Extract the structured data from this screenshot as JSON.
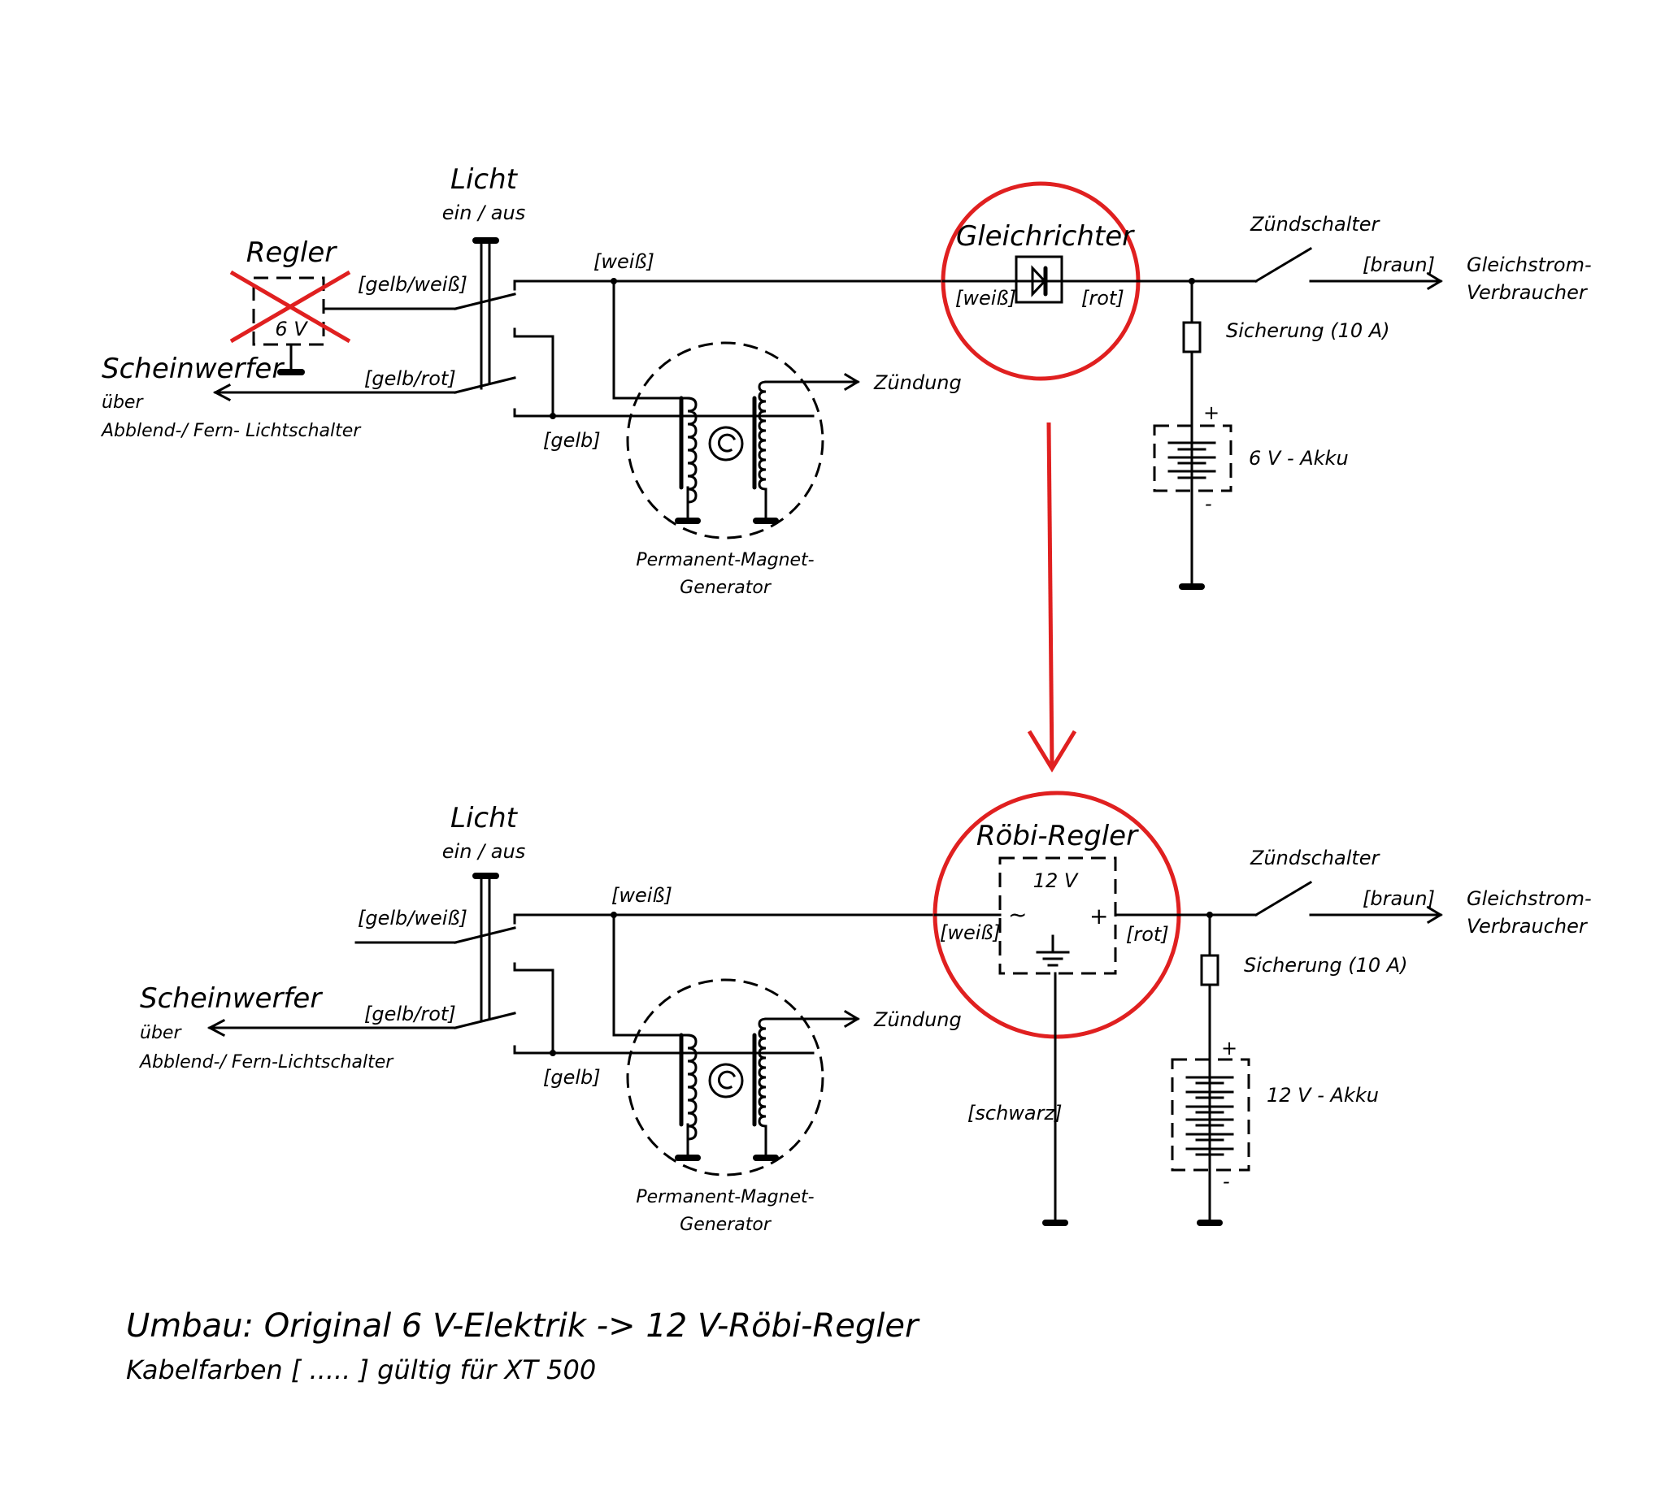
{
  "colors": {
    "wire": "#000000",
    "highlight": "#e02020",
    "background": "#ffffff"
  },
  "top": {
    "light_switch": {
      "title": "Licht",
      "subtitle": "ein / aus"
    },
    "regulator": {
      "title": "Regler",
      "voltage": "6 V",
      "status": "crossed-out (removed)"
    },
    "wire_gelb_weiss": "[gelb/weiß]",
    "wire_gelb_rot": "[gelb/rot]",
    "wire_weiss_top": "[weiß]",
    "wire_gelb": "[gelb]",
    "headlight": {
      "title": "Scheinwerfer",
      "line2": "über",
      "line3": "Abblend-/ Fern- Lichtschalter"
    },
    "ignition_out": "Zündung",
    "generator": {
      "line1": "Permanent-Magnet-",
      "line2": "Generator"
    },
    "rectifier": {
      "title": "Gleichrichter",
      "in_wire": "[weiß]",
      "out_wire": "[rot]"
    },
    "ignition_switch": "Zündschalter",
    "wire_braun": "[braun]",
    "consumer": {
      "line1": "Gleichstrom-",
      "line2": "Verbraucher"
    },
    "fuse": "Sicherung (10 A)",
    "battery": {
      "label": "6 V - Akku",
      "plus": "+",
      "minus": "-"
    }
  },
  "bottom": {
    "light_switch": {
      "title": "Licht",
      "subtitle": "ein / aus"
    },
    "wire_gelb_weiss": "[gelb/weiß]",
    "wire_gelb_rot": "[gelb/rot]",
    "wire_weiss_top": "[weiß]",
    "wire_gelb": "[gelb]",
    "headlight": {
      "title": "Scheinwerfer",
      "line2": "über",
      "line3": "Abblend-/ Fern-Lichtschalter"
    },
    "ignition_out": "Zündung",
    "generator": {
      "line1": "Permanent-Magnet-",
      "line2": "Generator"
    },
    "regulator": {
      "title": "Röbi-Regler",
      "voltage": "12 V",
      "ac_symbol": "~",
      "plus_symbol": "+",
      "in_wire": "[weiß]",
      "out_wire": "[rot]",
      "ground_wire": "[schwarz]"
    },
    "ignition_switch": "Zündschalter",
    "wire_braun": "[braun]",
    "consumer": {
      "line1": "Gleichstrom-",
      "line2": "Verbraucher"
    },
    "fuse": "Sicherung (10 A)",
    "battery": {
      "label": "12 V - Akku",
      "plus": "+",
      "minus": "-"
    }
  },
  "caption": {
    "line1": "Umbau: Original 6 V-Elektrik -> 12 V-Röbi-Regler",
    "line2": "Kabelfarben [ ..... ] gültig für XT 500"
  }
}
